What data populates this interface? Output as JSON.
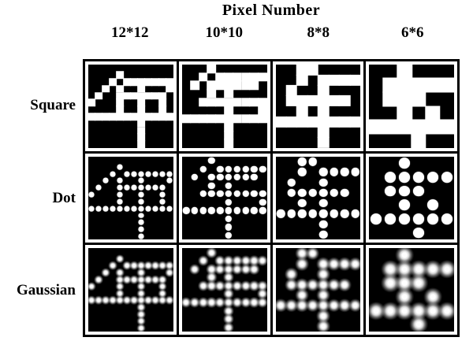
{
  "title": "Pixel Number",
  "columns": [
    {
      "label": "12*12",
      "size": 12,
      "bitmap": [
        "............",
        "....#.......",
        "...#.#######",
        "..#.#..#...#",
        ".#..#######.",
        "#...#..#..#.",
        "....#..#..#.",
        "############",
        ".......#....",
        ".......#....",
        ".......#....",
        ".......#...."
      ]
    },
    {
      "label": "10*10",
      "size": 10,
      "bitmap": [
        "...#......",
        "..#.######",
        ".#.######.",
        "...#.#....",
        "..########",
        ".....#...#",
        "##########",
        ".....#....",
        ".....#....",
        ".....#...."
      ]
    },
    {
      "label": "8*8",
      "size": 8,
      "bitmap": [
        "..##....",
        "..#.####",
        ".#..#...",
        ".######.",
        "..#.#...",
        "########",
        "....#...",
        "....#..."
      ]
    },
    {
      "label": "6*6",
      "size": 6,
      "bitmap": [
        "..#...",
        ".#####",
        ".###..",
        "..#.#.",
        "######",
        "...#.."
      ]
    }
  ],
  "rows": [
    {
      "label": "Square",
      "style": "square"
    },
    {
      "label": "Dot",
      "style": "dot"
    },
    {
      "label": "Gaussian",
      "style": "gaussian"
    }
  ],
  "pixel_scale": {
    "square": 1.08,
    "dot": 0.78,
    "gaussian": 1.32
  },
  "colors": {
    "page_background": "#ffffff",
    "cell_background": "#000000",
    "pixel_on": "#ffffff",
    "grid_border": "#000000",
    "text": "#000000"
  }
}
